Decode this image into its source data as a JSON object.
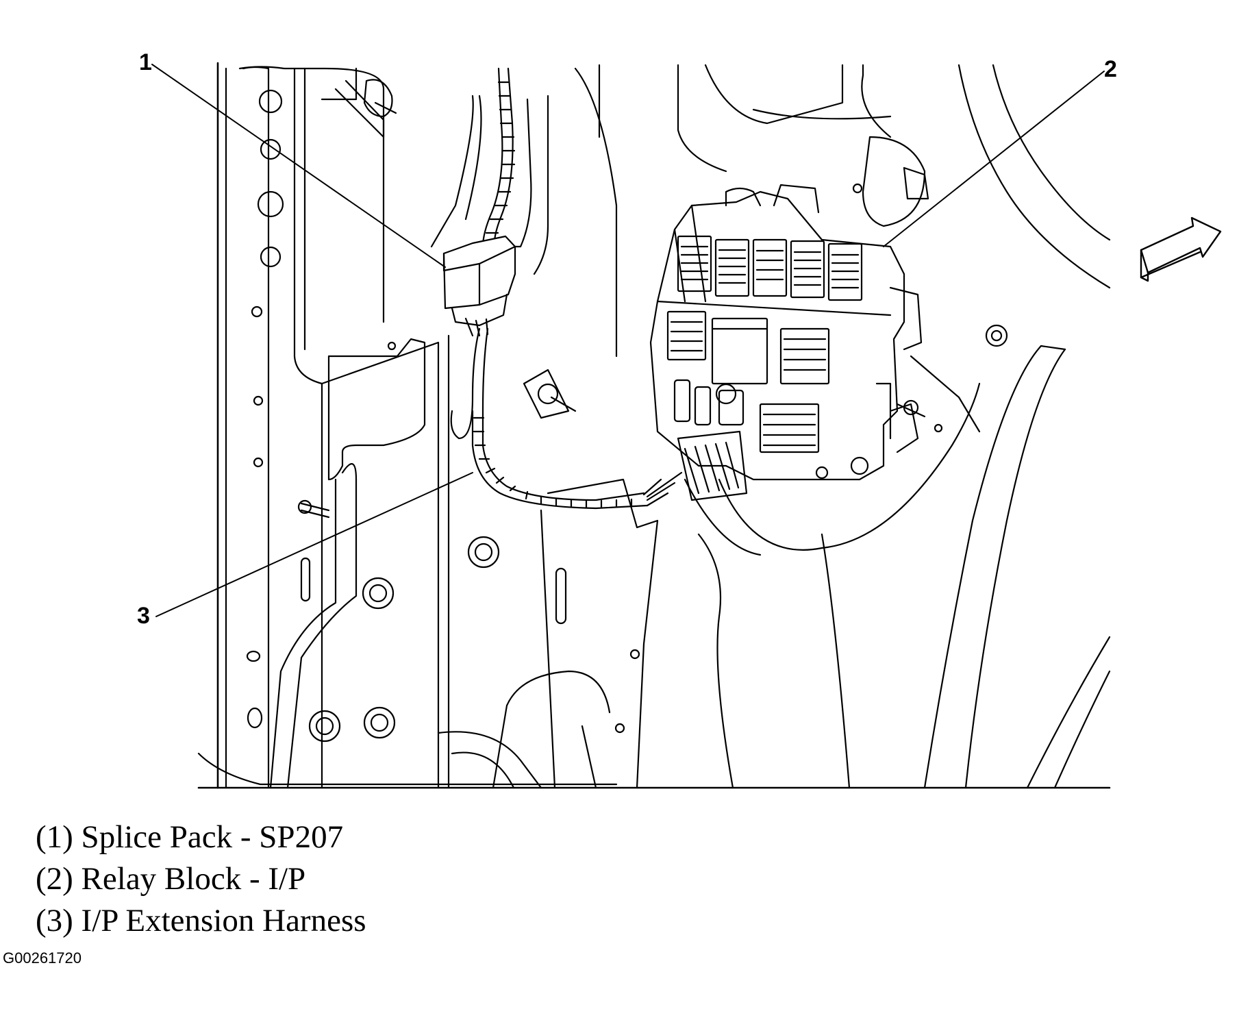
{
  "callouts": [
    {
      "number": "1",
      "target": "Splice Pack - SP207"
    },
    {
      "number": "2",
      "target": "Relay Block - I/P"
    },
    {
      "number": "3",
      "target": "I/P Extension Harness"
    }
  ],
  "legend": [
    "(1) Splice Pack - SP207",
    "(2) Relay Block - I/P",
    "(3) I/P Extension Harness"
  ],
  "figure_id": "G00261720",
  "icons": [
    "direction-arrow-icon"
  ],
  "colors": {
    "ink": "#000000",
    "paper": "#ffffff"
  }
}
